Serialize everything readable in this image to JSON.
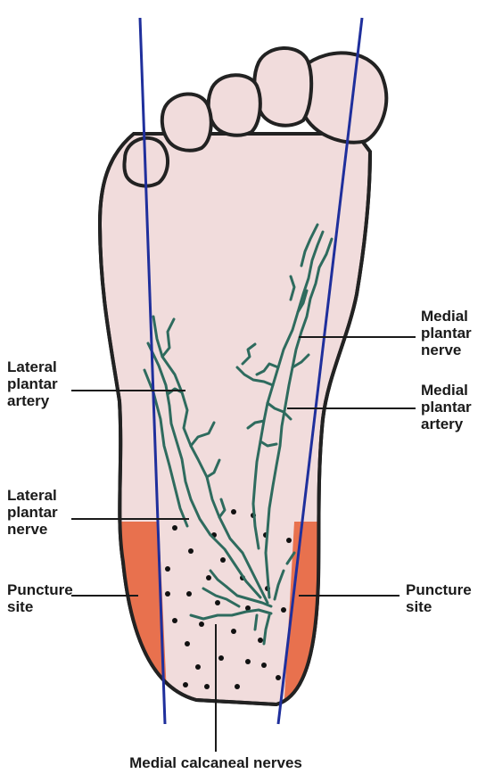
{
  "labels": {
    "lateral_plantar_artery": [
      "Lateral",
      "plantar",
      "artery"
    ],
    "lateral_plantar_nerve": [
      "Lateral",
      "plantar",
      "nerve"
    ],
    "puncture_site_left": [
      "Puncture",
      "site"
    ],
    "medial_plantar_nerve": [
      "Medial",
      "plantar",
      "nerve"
    ],
    "medial_plantar_artery": [
      "Medial",
      "plantar",
      "artery"
    ],
    "puncture_site_right": [
      "Puncture",
      "site"
    ],
    "medial_calcaneal_nerves": "Medial calcaneal nerves"
  },
  "colors": {
    "skin": "#f1dcdc",
    "outline": "#222222",
    "puncture": "#e8714e",
    "guide_lines": "#1f2f9c",
    "vessels": "#2e6b5e"
  }
}
